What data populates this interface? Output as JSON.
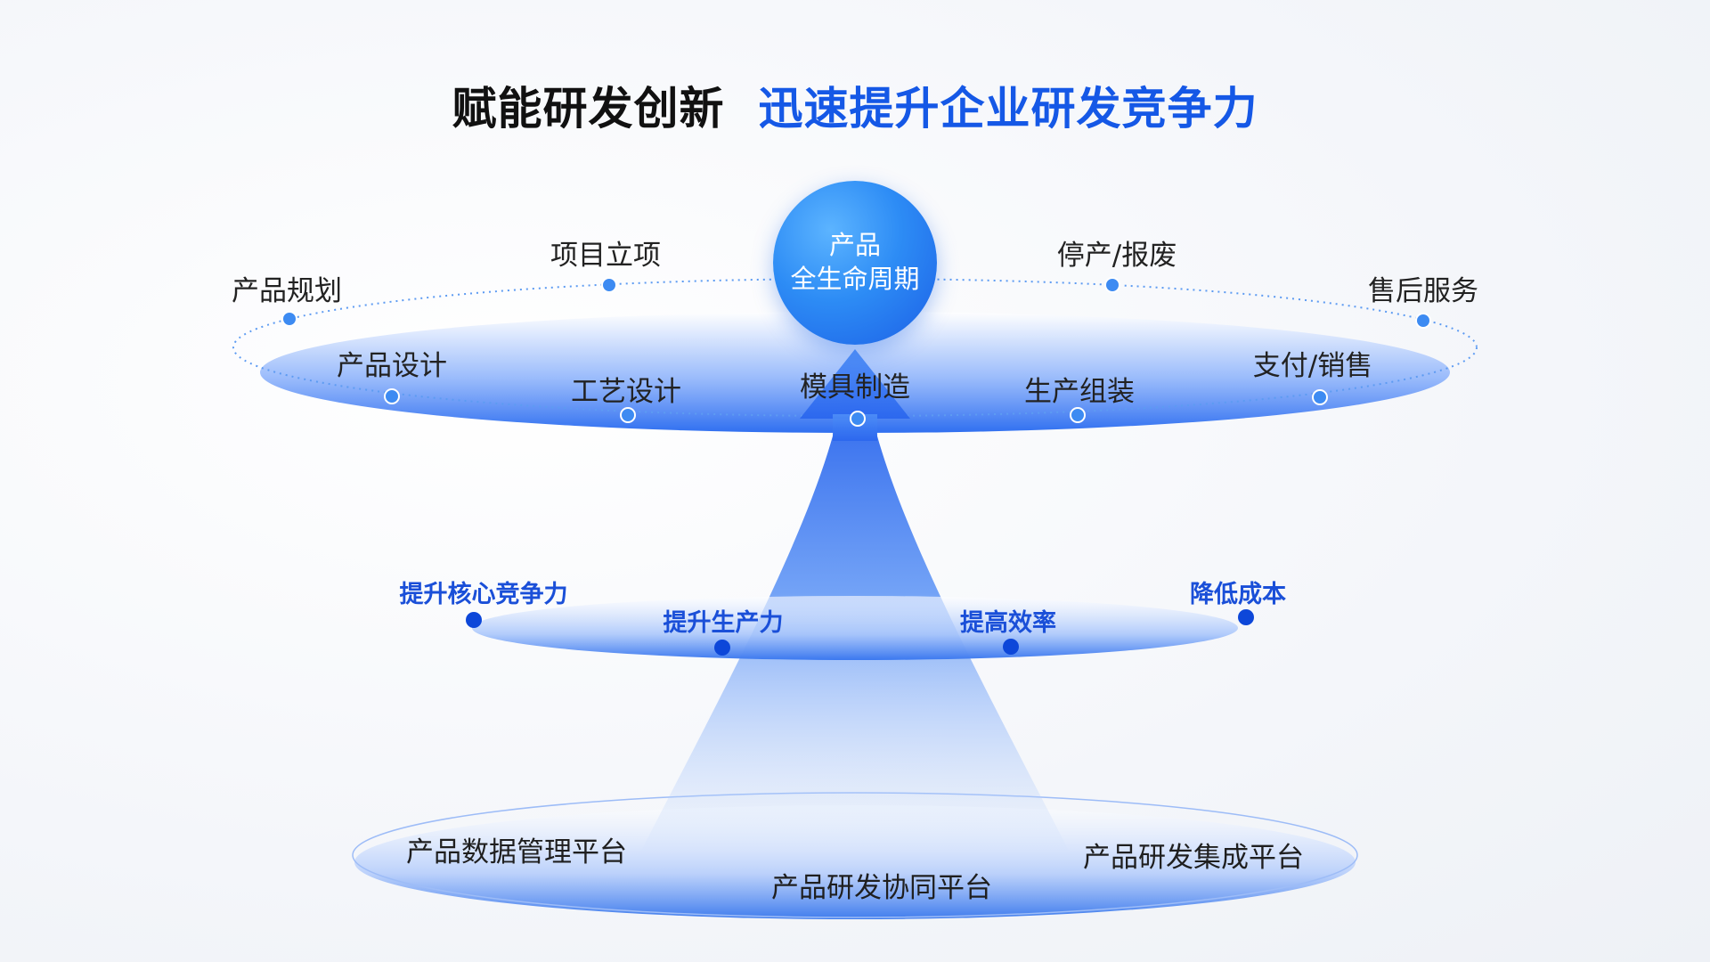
{
  "title": {
    "part1": "赋能研发创新",
    "part2": "迅速提升企业研发竞争力"
  },
  "center": {
    "line1": "产品",
    "line2": "全生命周期"
  },
  "lifecycle": [
    {
      "label": "产品规划"
    },
    {
      "label": "项目立项"
    },
    {
      "label": "停产/报废"
    },
    {
      "label": "售后服务"
    },
    {
      "label": "产品设计"
    },
    {
      "label": "工艺设计"
    },
    {
      "label": "模具制造"
    },
    {
      "label": "生产组装"
    },
    {
      "label": "支付/销售"
    }
  ],
  "benefits": [
    {
      "label": "提升核心竞争力"
    },
    {
      "label": "提升生产力"
    },
    {
      "label": "提高效率"
    },
    {
      "label": "降低成本"
    }
  ],
  "platforms": [
    {
      "label": "产品数据管理平台"
    },
    {
      "label": "产品研发协同平台"
    },
    {
      "label": "产品研发集成平台"
    }
  ],
  "colors": {
    "accent": "#1558e6",
    "ring_blue": "#2f6ff0",
    "dot_blue": "#3d8bf2",
    "dark_dot": "#0d47d9"
  }
}
